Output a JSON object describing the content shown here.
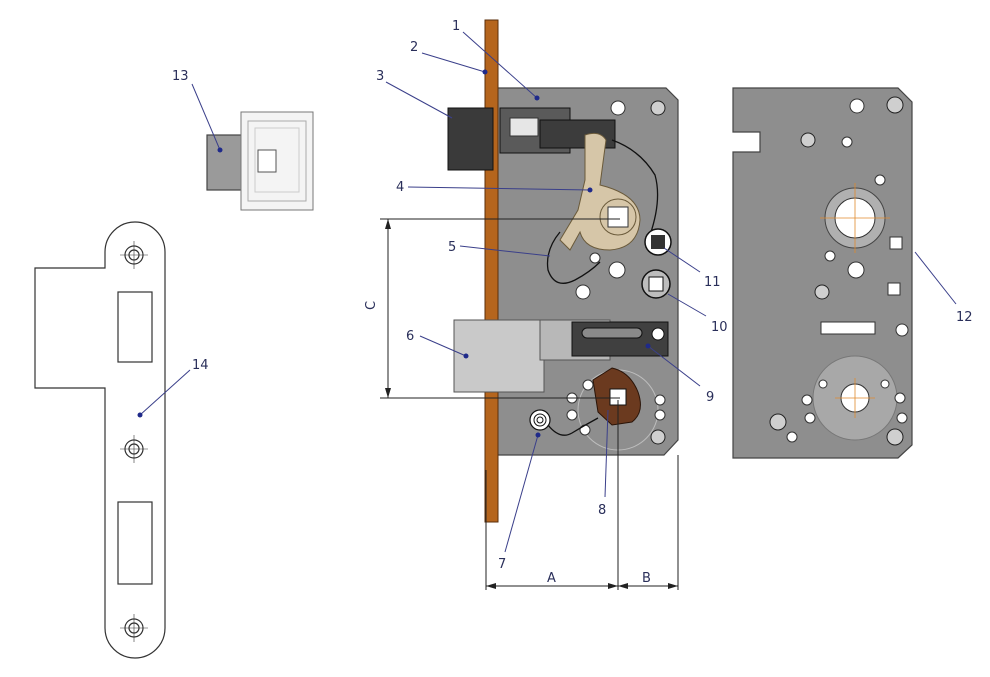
{
  "callouts": {
    "c1": "1",
    "c2": "2",
    "c3": "3",
    "c4": "4",
    "c5": "5",
    "c6": "6",
    "c7": "7",
    "c8": "8",
    "c9": "9",
    "c10": "10",
    "c11": "11",
    "c12": "12",
    "c13": "13",
    "c14": "14"
  },
  "dimensions": {
    "a": "A",
    "b": "B",
    "c": "C"
  },
  "colors": {
    "faceplate": "#b5651d",
    "body": "#8e8e8e",
    "leader": "#3a3f8a",
    "centerline": "#e08a2c"
  }
}
